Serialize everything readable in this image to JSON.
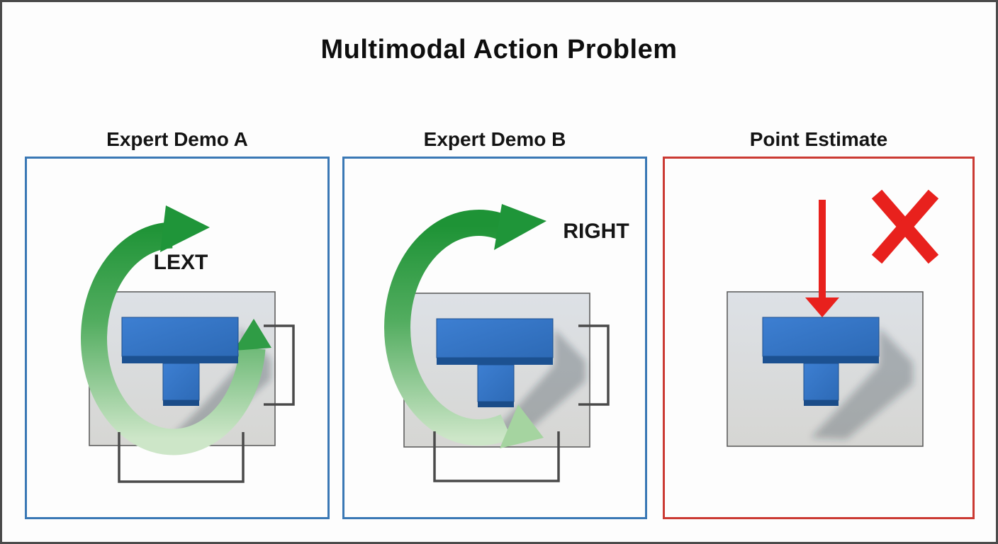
{
  "title": "Multimodal Action Problem",
  "panels": [
    {
      "header": "Expert Demo A",
      "action_label": "LEXT",
      "arrow_icon": "curved-rotation-arrow-counterclockwise",
      "accent": "#3a78b5"
    },
    {
      "header": "Expert Demo B",
      "action_label": "RIGHT",
      "arrow_icon": "curved-rotation-arrow-clockwise",
      "accent": "#3a78b5"
    },
    {
      "header": "Point Estimate",
      "action_label": "",
      "arrow_icon": "straight-down-arrow",
      "status_icon": "red-x",
      "accent": "#cb3a33"
    }
  ],
  "colors": {
    "panel_blue": "#3a78b5",
    "panel_red": "#cb3a33",
    "green_dark": "#1e9336",
    "green_mid": "#53ad60",
    "green_light": "#cde6c8",
    "block_blue": "#3474c8",
    "block_blue_front": "#1c5191",
    "board_gray": "#d8d9d7",
    "bracket_gray": "#4a4a4a",
    "red": "#e8211d",
    "background": "#fdfdfd"
  }
}
